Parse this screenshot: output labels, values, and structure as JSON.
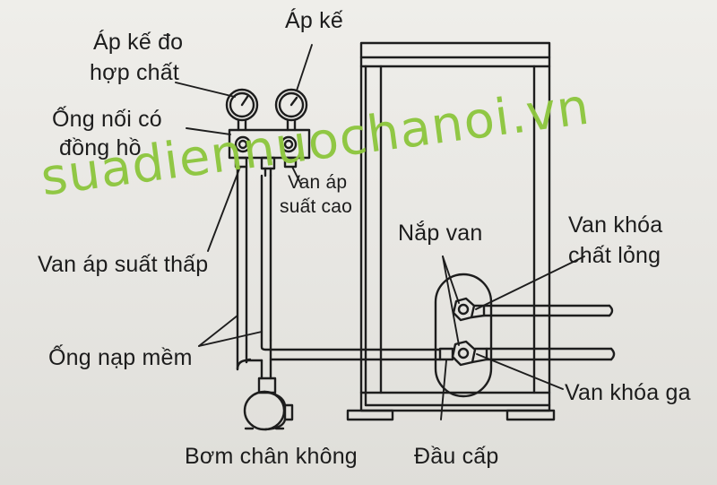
{
  "labels": {
    "compound_gauge_line1": "Áp kế đo",
    "compound_gauge_line2": "hợp chất",
    "pressure_gauge": "Áp kế",
    "manifold_line1": "Ống nối có",
    "manifold_line2": "đồng hồ",
    "high_pressure_valve_line1": "Van áp",
    "high_pressure_valve_line2": "suất cao",
    "low_pressure_valve": "Van áp suất thấp",
    "charging_hose": "Ống nạp mềm",
    "vacuum_pump": "Bơm chân không",
    "valve_cap": "Nắp van",
    "liquid_valve_line1": "Van khóa",
    "liquid_valve_line2": "chất lỏng",
    "gas_valve": "Van khóa ga",
    "service_port": "Đầu cấp"
  },
  "watermark": "suadiennuochanoi.vn",
  "colors": {
    "line": "#1d1d1d",
    "background": "#ebeae6",
    "watermark": "#8ec63f"
  }
}
